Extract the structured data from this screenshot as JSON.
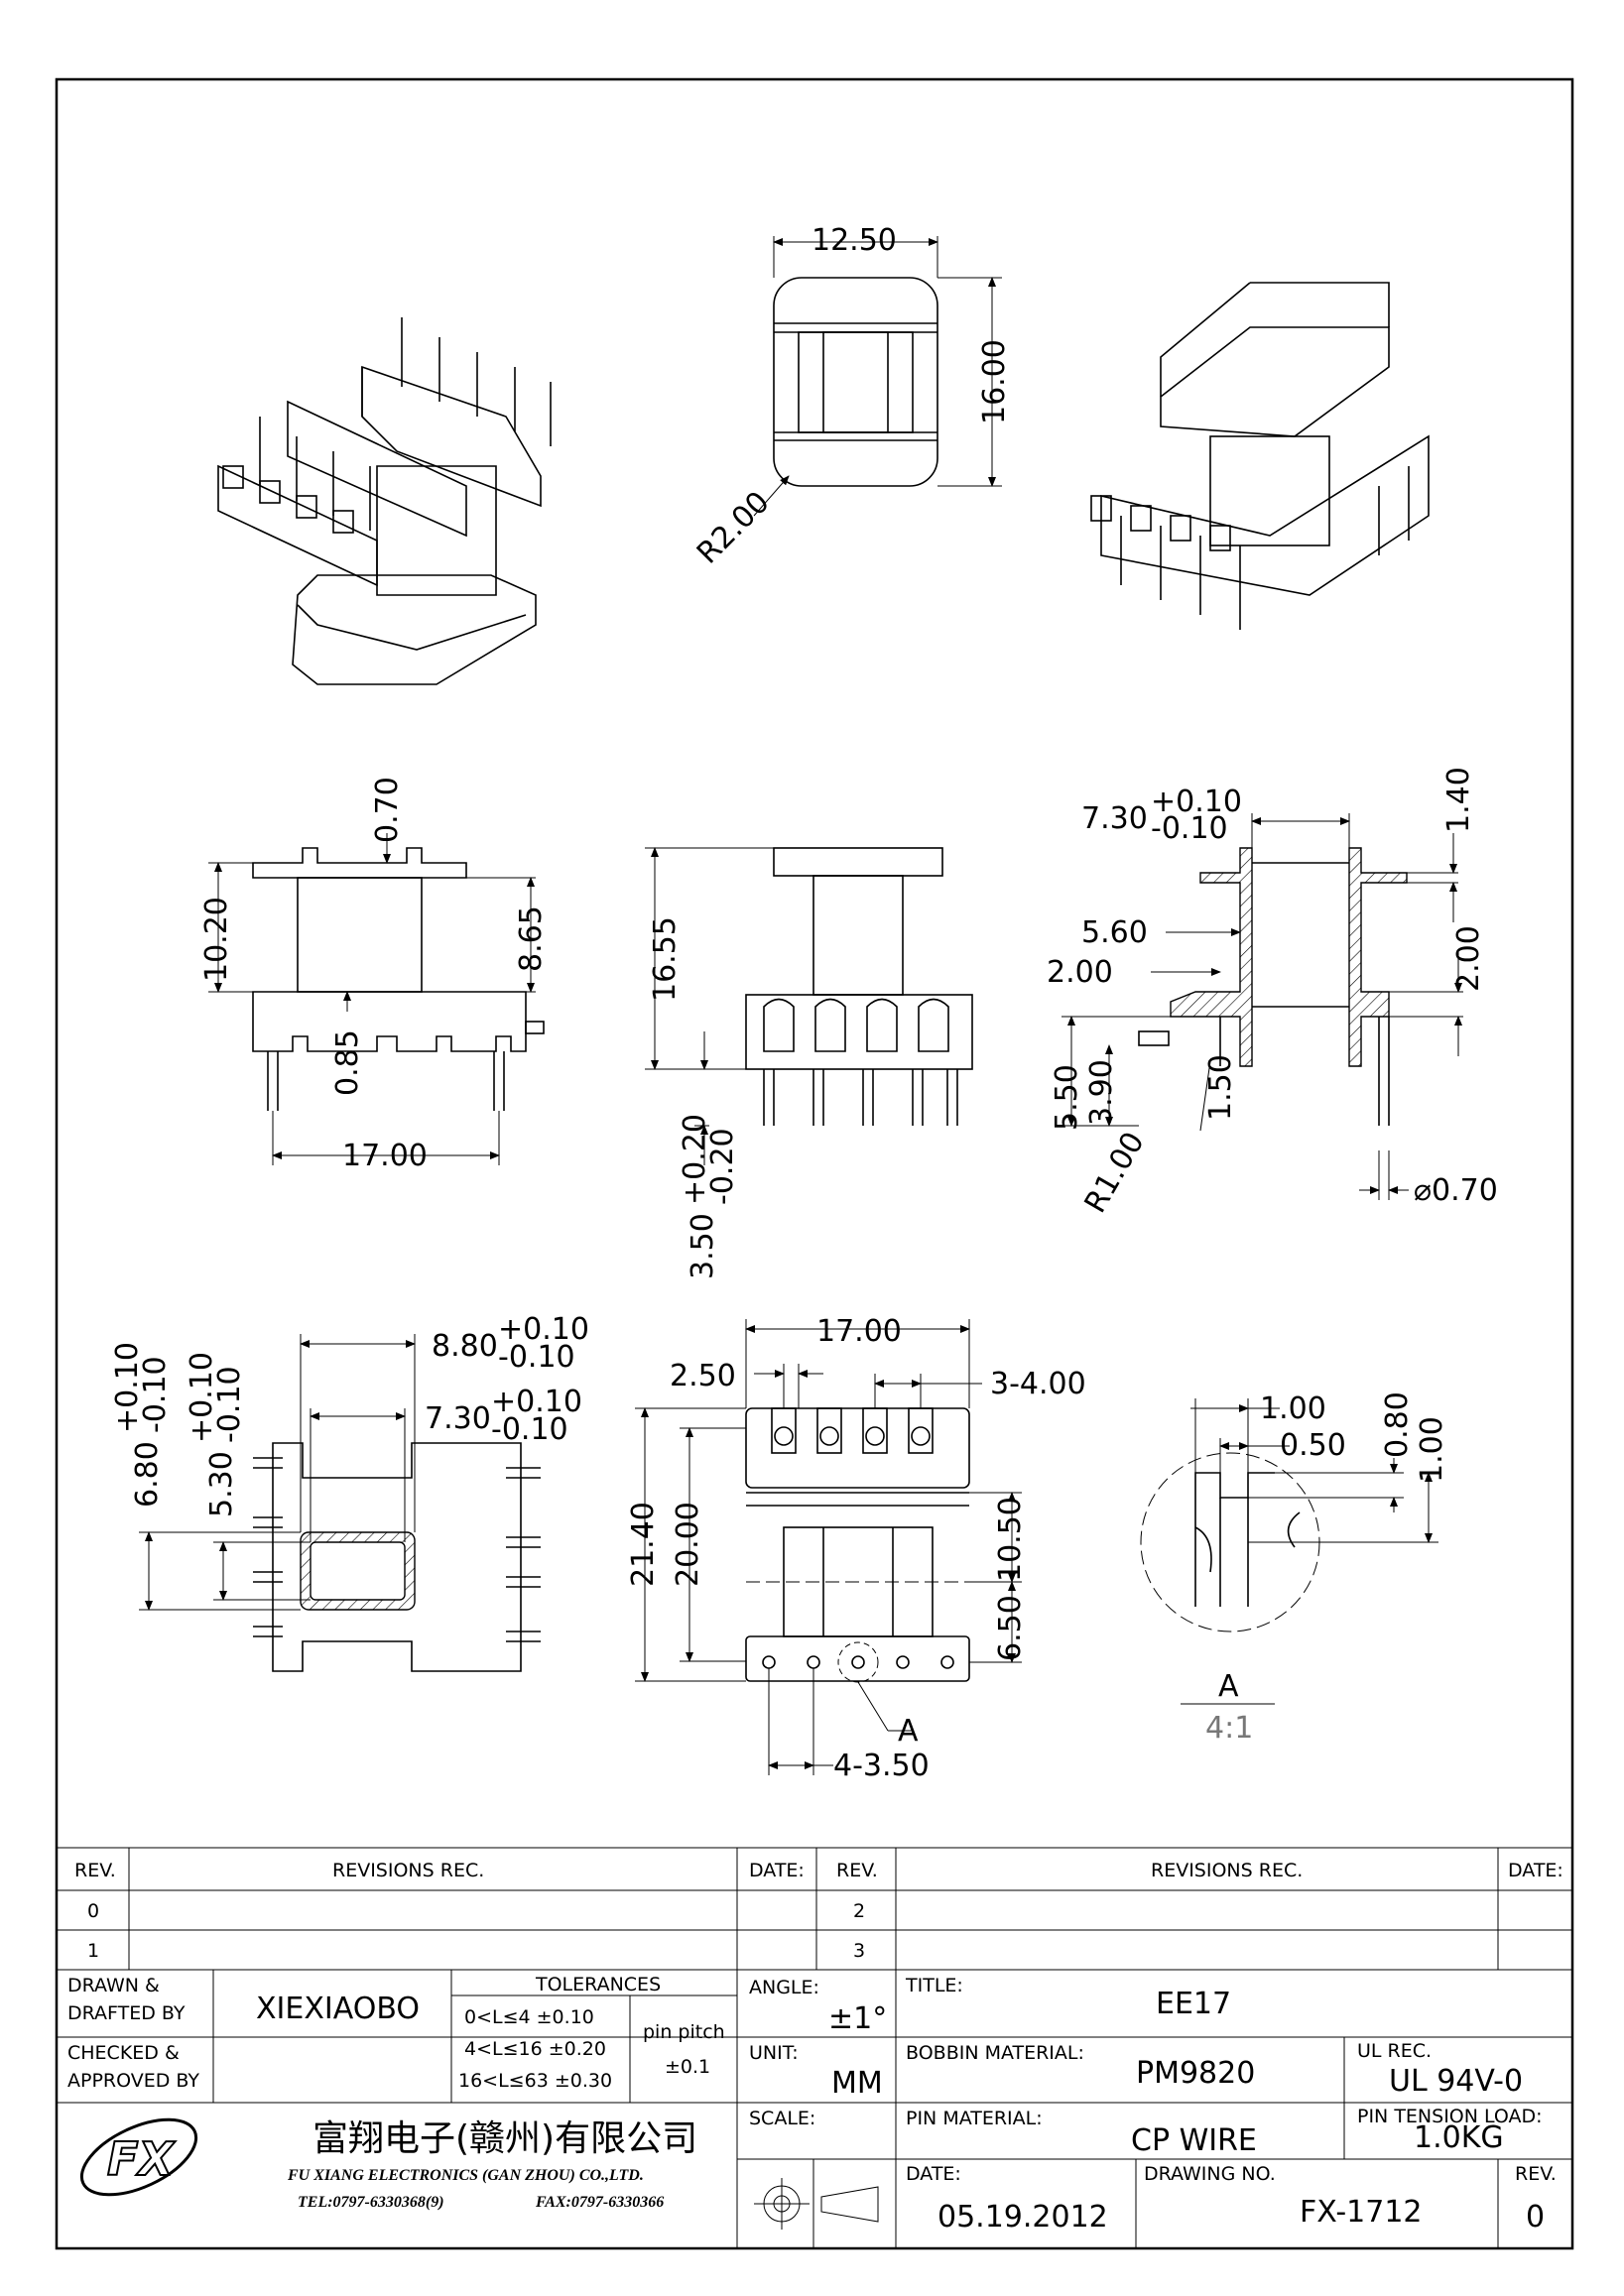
{
  "dimensions": {
    "top_width": "12.50",
    "top_height": "16.00",
    "corner_radius": "R2.00",
    "flange_step": "0.70",
    "overall_height": "10.20",
    "winding_height": "8.65",
    "base_step": "0.85",
    "pin_row_span": "17.00",
    "side_height": "16.55",
    "pin_length": "3.50",
    "pin_length_tol_plus": "+0.20",
    "pin_length_tol_minus": "-0.20",
    "slot_width": "7.30",
    "slot_width_tol_plus": "+0.10",
    "slot_width_tol_minus": "-0.10",
    "flange_thickness": "1.40",
    "wall_offset": "5.60",
    "wall_thickness": "2.00",
    "notch_height": "2.00",
    "base_height": "5.50",
    "base_inner": "3.90",
    "pin_offset": "1.50",
    "base_radius": "R1.00",
    "pin_diameter": "⌀0.70",
    "core_width": "8.80",
    "core_width_tol_plus": "+0.10",
    "core_width_tol_minus": "-0.10",
    "core_depth": "6.80",
    "core_depth_tol_plus": "+0.10",
    "core_depth_tol_minus": "-0.10",
    "inner_depth": "5.30",
    "inner_depth_tol_plus": "+0.10",
    "inner_depth_tol_minus": "-0.10",
    "inner_width": "7.30",
    "inner_width_tol_plus": "+0.10",
    "inner_width_tol_minus": "-0.10",
    "bottom_span": "17.00",
    "pin_gap": "2.50",
    "pin_pitch_top": "3-4.00",
    "overall_length": "21.40",
    "inner_length": "20.00",
    "upper_part": "10.50",
    "lower_part": "6.50",
    "pin_pitch_bottom": "4-3.50",
    "detail_marker": "A",
    "detail_a_width": "1.00",
    "detail_a_slot": "0.50",
    "detail_a_h1": "0.80",
    "detail_a_h2": "1.00",
    "detail_label": "A",
    "detail_scale": "4:1"
  },
  "title_block": {
    "rev_header": "REV.",
    "revisions_header": "REVISIONS   REC.",
    "date_header": "DATE:",
    "rev_rows_left": [
      "0",
      "1"
    ],
    "rev_rows_right": [
      "2",
      "3"
    ],
    "drawn_label_1": "DRAWN &",
    "drawn_label_2": "DRAFTED BY",
    "drawn_value": "XIEXIAOBO",
    "checked_label_1": "CHECKED &",
    "checked_label_2": "APPROVED BY",
    "tolerances_header": "TOLERANCES",
    "tol_rows": [
      "0<L≤4   ±0.10",
      "4<L≤16  ±0.20",
      "16<L≤63  ±0.30"
    ],
    "pin_pitch_label": "pin pitch",
    "pin_pitch_value": "±0.1",
    "angle_label": "ANGLE:",
    "angle_value": "±1°",
    "unit_label": "UNIT:",
    "unit_value": "MM",
    "scale_label": "SCALE:",
    "title_label": "TITLE:",
    "title_value": "EE17",
    "bobbin_label": "BOBBIN MATERIAL:",
    "bobbin_value": "PM9820",
    "ul_label": "UL REC.",
    "ul_value": "UL 94V-0",
    "pin_material_label": "PIN MATERIAL:",
    "pin_material_value": "CP WIRE",
    "tension_label": "PIN TENSION LOAD:",
    "tension_value": "1.0KG",
    "date_label": "DATE:",
    "date_value": "05.19.2012",
    "drawing_no_label": "DRAWING NO.",
    "drawing_no_value": "FX-1712",
    "rev_label": "REV.",
    "rev_value": "0",
    "company_cn": "富翔电子(赣州)有限公司",
    "company_en": "FU XIANG ELECTRONICS (GAN ZHOU) CO.,LTD.",
    "tel": "TEL:0797-6330368(9)",
    "fax": "FAX:0797-6330366",
    "logo_text": "FX"
  }
}
